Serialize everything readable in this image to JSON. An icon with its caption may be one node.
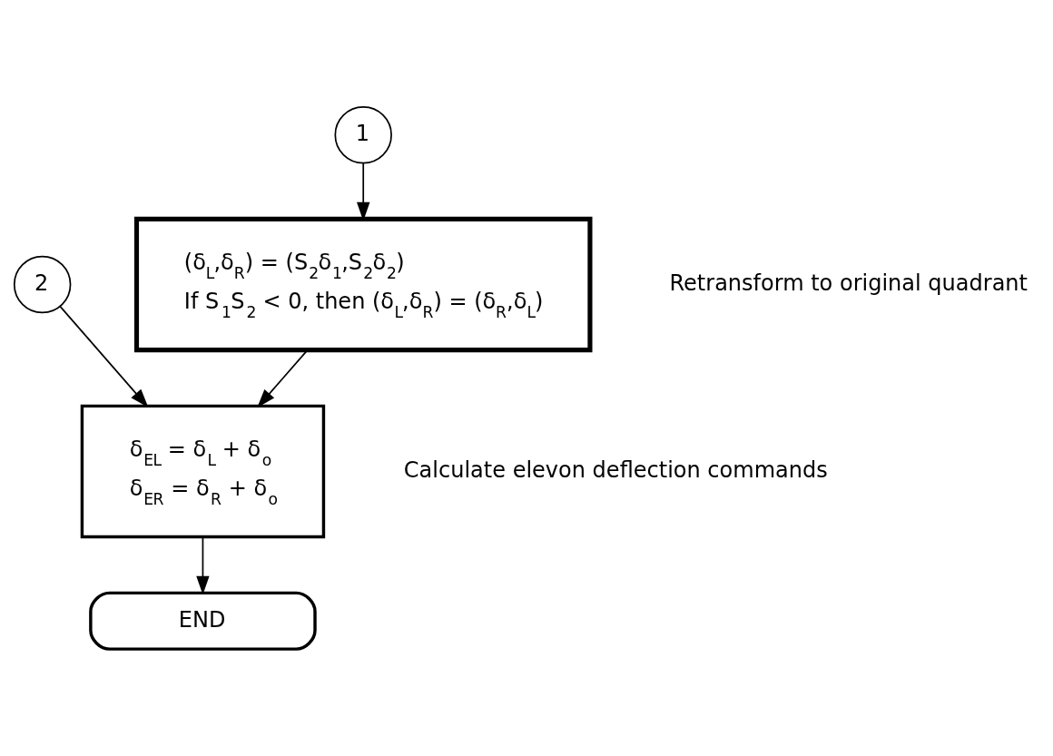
{
  "diagram": {
    "nodes": [
      {
        "text": [
          "1"
        ]
      },
      {
        "text": [
          "(δ$_{L}$,δ$_{R}$) = (S$_{2}$δ$_{1}$,S$_{2}$δ$_{2}$)",
          "If S$_{1}$S$_{2}$ < 0, then (δ$_{L}$,δ$_{R}$) = (δ$_{R}$,δ$_{L}$)"
        ],
        "beside": [
          "Retransform to original quadrant"
        ]
      },
      {
        "text": [
          "2"
        ]
      },
      {
        "text": [
          "δ$_{E}$$_{L}$ = δ$_{L}$ + δ$_{o}$",
          "δ$_{E}$$_{R}$ = δ$_{R}$ + δ$_{o}$"
        ],
        "beside": [
          "Calculate elevon deflection commands"
        ]
      },
      {
        "text": [
          "END"
        ]
      }
    ],
    "edges": [
      {
        "from": 0,
        "to": 1,
        "arrow": "to"
      },
      {
        "from": 1,
        "to": 3,
        "arrow": "to"
      },
      {
        "from": 2,
        "to": 3,
        "arrow": "to"
      },
      {
        "from": 3,
        "to": 4,
        "arrow": "to"
      }
    ]
  }
}
